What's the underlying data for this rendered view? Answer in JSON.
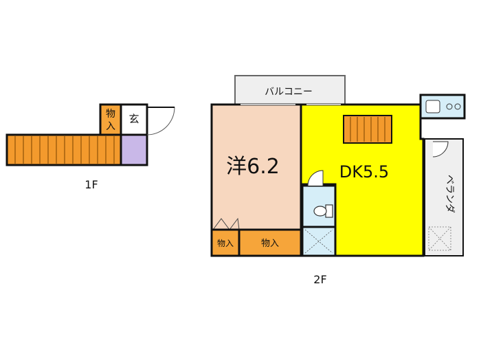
{
  "floor1": {
    "label": "1F",
    "rooms": {
      "storage_line1": "物",
      "storage_line2": "入",
      "entrance": "玄"
    }
  },
  "floor2": {
    "label": "2F",
    "rooms": {
      "balcony": "バルコニー",
      "western_room": "洋6.2",
      "dining_kitchen": "DK5.5",
      "veranda": "ベランダ",
      "storage_small": "物入",
      "storage_large": "物入"
    }
  },
  "colors": {
    "western_room": "#f7d7bf",
    "dining_kitchen": "#ffff00",
    "storage": "#f6a53a",
    "entrance_floor": "#c9b8e8",
    "wet_area": "#d6eef8",
    "stairs": "#f39a2d",
    "balcony": "#efefef",
    "wall": "#111111"
  }
}
